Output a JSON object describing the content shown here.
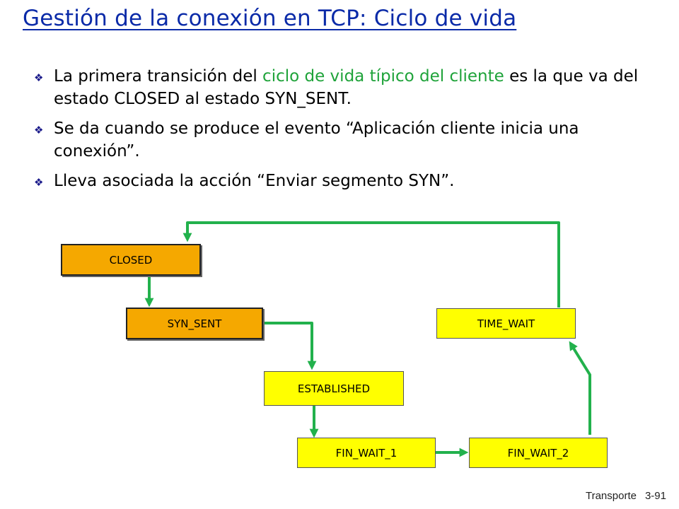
{
  "title": "Gestión de la conexión en TCP: Ciclo de vida",
  "bullets": [
    {
      "before": "La primera transición del ",
      "highlight": "ciclo de vida típico del cliente",
      "after": " es la que va del estado CLOSED al estado SYN_SENT."
    },
    {
      "before": "Se da cuando se produce el evento “Aplicación cliente inicia una conexión”.",
      "highlight": "",
      "after": ""
    },
    {
      "before": "Lleva asociada la acción “Enviar segmento SYN”.",
      "highlight": "",
      "after": ""
    }
  ],
  "states": {
    "closed": "CLOSED",
    "syn_sent": "SYN_SENT",
    "established": "ESTABLISHED",
    "fin_wait_1": "FIN_WAIT_1",
    "fin_wait_2": "FIN_WAIT_2",
    "time_wait": "TIME_WAIT"
  },
  "footer": {
    "section": "Transporte",
    "page": "3-91"
  },
  "colors": {
    "title": "#0a2aa8",
    "highlight": "#1fa33a",
    "arrow": "#22b14c",
    "active_state": "#f5a800",
    "state": "#ffff00"
  }
}
